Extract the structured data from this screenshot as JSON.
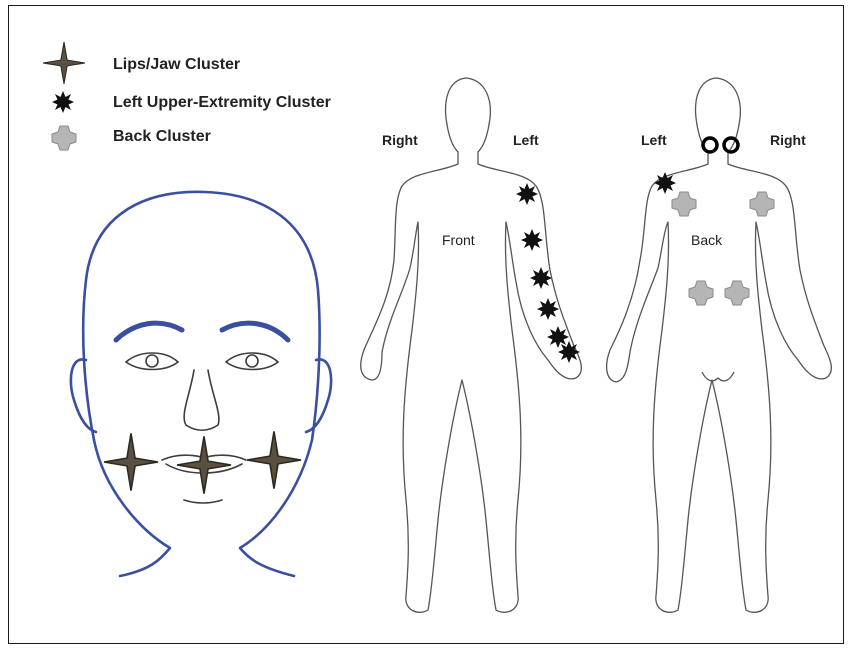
{
  "legend": {
    "items": [
      {
        "label": "Lips/Jaw Cluster",
        "icon": "four-point-star-icon"
      },
      {
        "label": "Left Upper-Extremity Cluster",
        "icon": "black-burst-icon"
      },
      {
        "label": "Back Cluster",
        "icon": "gray-cross-icon"
      }
    ]
  },
  "front_figure": {
    "side_right": "Right",
    "side_left": "Left",
    "view_label": "Front"
  },
  "back_figure": {
    "side_left": "Left",
    "side_right": "Right",
    "view_label": "Back"
  },
  "colors": {
    "face_outline": "#3b4fa0",
    "star_fill": "#5a5040",
    "burst_fill": "#111111",
    "cross_fill": "#b5b5b5"
  }
}
